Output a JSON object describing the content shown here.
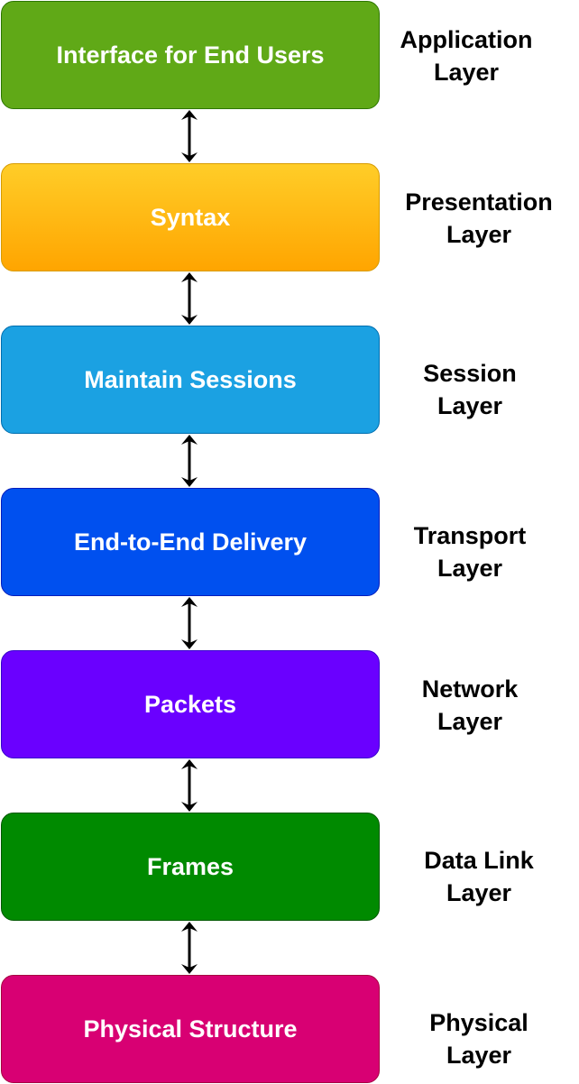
{
  "layers": [
    {
      "function": "Interface for End Users",
      "name_line1": "Application",
      "name_line2": "Layer",
      "color": "#60a917"
    },
    {
      "function": "Syntax",
      "name_line1": "Presentation",
      "name_line2": "Layer",
      "color": "#ffb813"
    },
    {
      "function": "Maintain Sessions",
      "name_line1": "Session",
      "name_line2": "Layer",
      "color": "#1ba1e2"
    },
    {
      "function": "End-to-End Delivery",
      "name_line1": "Transport",
      "name_line2": "Layer",
      "color": "#0050ef"
    },
    {
      "function": "Packets",
      "name_line1": "Network",
      "name_line2": "Layer",
      "color": "#6a00ff"
    },
    {
      "function": "Frames",
      "name_line1": "Data Link",
      "name_line2": "Layer",
      "color": "#008a00"
    },
    {
      "function": "Physical Structure",
      "name_line1": "Physical",
      "name_line2": "Layer",
      "color": "#d80073"
    }
  ],
  "connector_icon": "double-headed-vertical-arrow"
}
